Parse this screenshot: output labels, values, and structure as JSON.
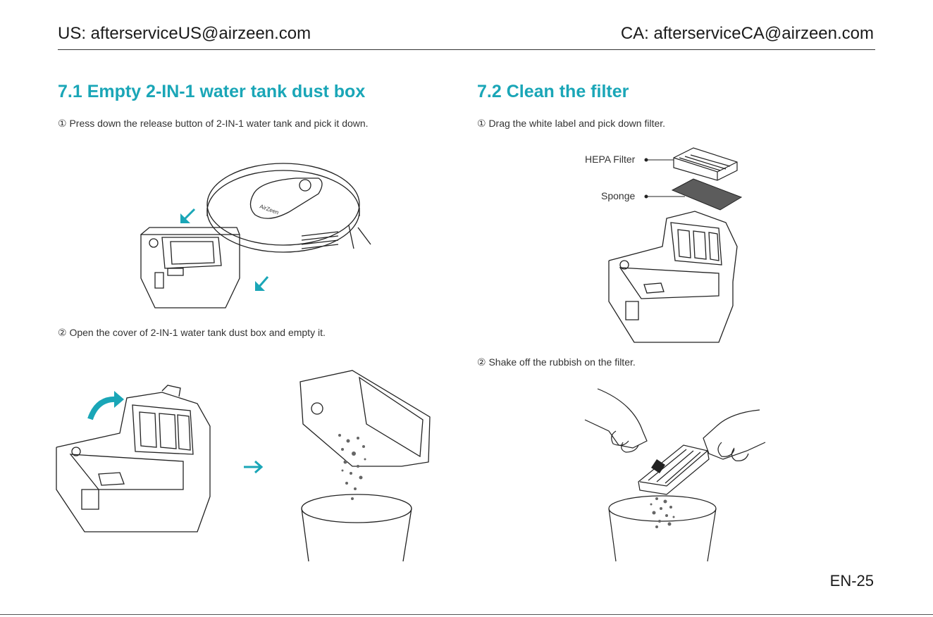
{
  "header": {
    "us_contact": "US: afterserviceUS@airzeen.com",
    "ca_contact": "CA: afterserviceCA@airzeen.com"
  },
  "section1": {
    "title": "7.1 Empty 2-IN-1 water tank dust box",
    "step1": "① Press down the release button of 2-IN-1 water tank and pick it down.",
    "step2": "② Open the cover of 2-IN-1 water tank dust box and empty it.",
    "robot_brand": "AirZeen"
  },
  "section2": {
    "title": "7.2 Clean the filter",
    "step1": "① Drag the white label and pick down filter.",
    "hepa_label": "HEPA Filter",
    "sponge_label": "Sponge",
    "step2": "② Shake off the rubbish on the filter."
  },
  "footer": {
    "page_number": "EN-25"
  },
  "colors": {
    "accent": "#1aa6b7",
    "line": "#222222",
    "sponge": "#5c5c5c"
  }
}
